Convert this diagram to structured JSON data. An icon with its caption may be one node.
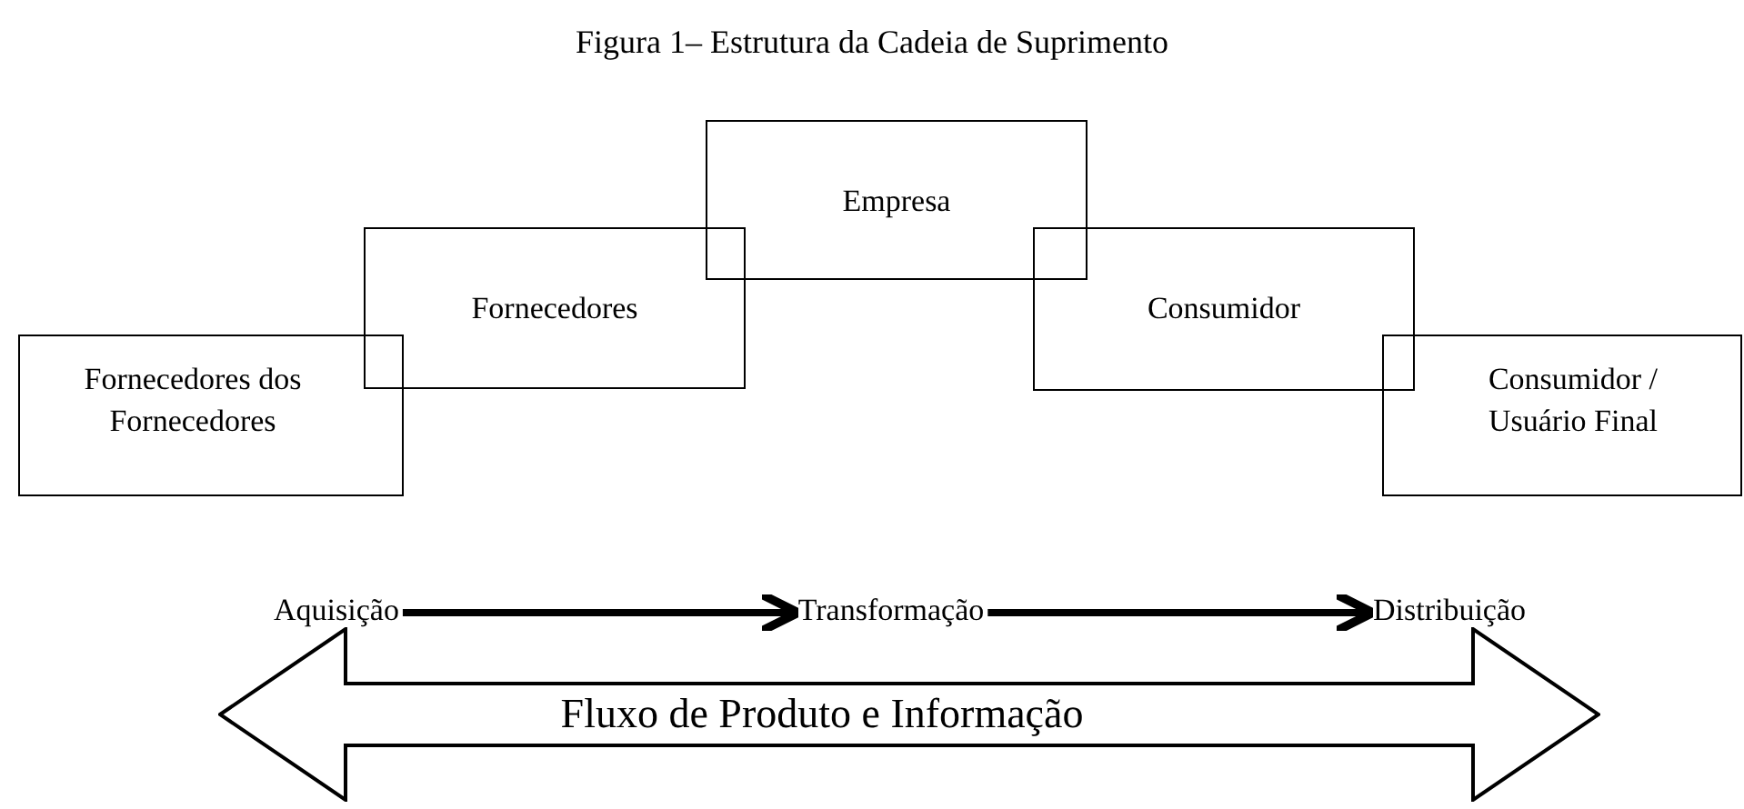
{
  "diagram": {
    "title": "Figura 1– Estrutura da Cadeia de Suprimento",
    "nodes": [
      {
        "text": [
          "Fornecedores dos Fornecedores"
        ]
      },
      {
        "text": [
          "Fornecedores"
        ]
      },
      {
        "text": [
          "Empresa"
        ]
      },
      {
        "text": [
          "Consumidor"
        ]
      },
      {
        "text": [
          "Consumidor / Usuário Final"
        ]
      },
      {
        "text": [
          "Aquisição"
        ]
      },
      {
        "text": [
          "Transformação"
        ]
      },
      {
        "text": [
          "Distribuição"
        ]
      },
      {
        "text": [
          "Fluxo de Produto e Informação"
        ]
      }
    ],
    "edges": [
      {
        "from": 5,
        "to": 6,
        "arrow": "to"
      },
      {
        "from": 6,
        "to": 7,
        "arrow": "to"
      }
    ]
  }
}
